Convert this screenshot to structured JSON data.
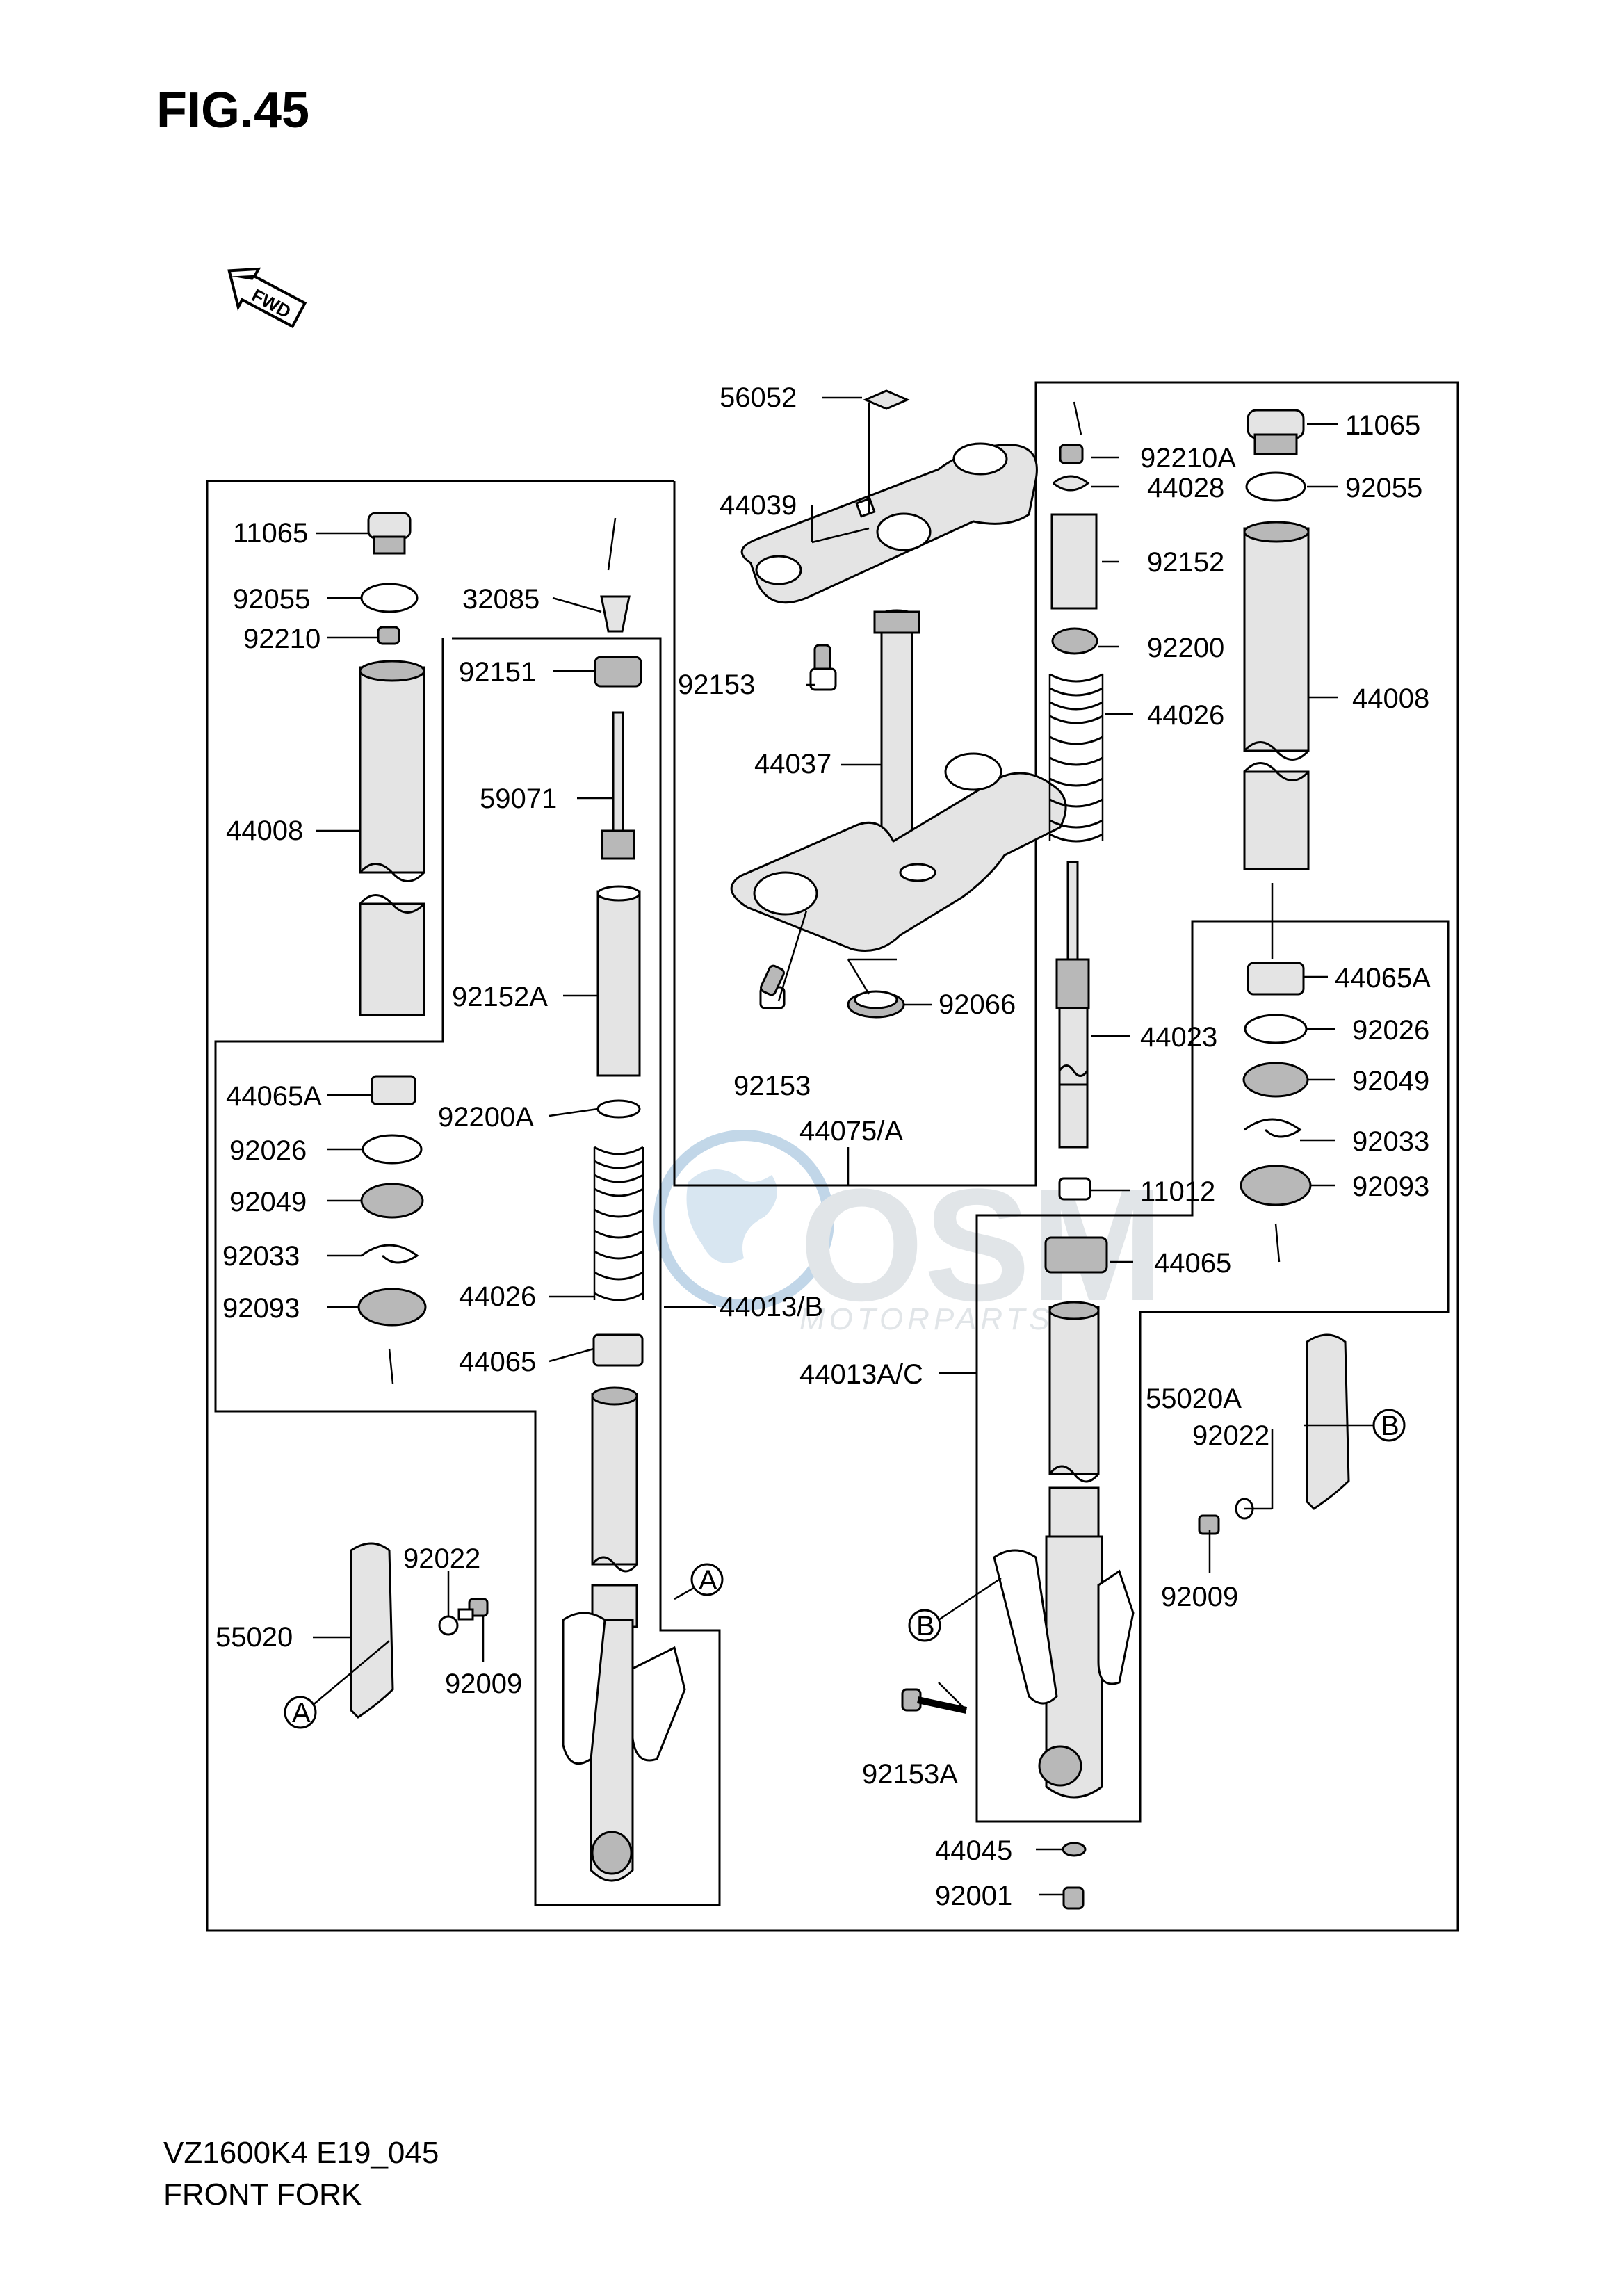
{
  "figure": {
    "title": "FIG.45",
    "model_code": "VZ1600K4 E19_045",
    "section_name": "FRONT FORK"
  },
  "fwd_badge": "FWD",
  "watermark": {
    "brand": "OSM",
    "sub": "MOTORPARTS",
    "icon": "globe-icon"
  },
  "callouts": {
    "a_left": "A",
    "a_mid": "A",
    "b_mid": "B",
    "b_right": "B"
  },
  "parts": {
    "p56052": "56052",
    "p44039": "44039",
    "p92153_top": "92153",
    "p44037": "44037",
    "p92153_bot": "92153",
    "p92066": "92066",
    "p44075a": "44075/A",
    "l11065": "11065",
    "l92055": "92055",
    "l92210": "92210",
    "l44008": "44008",
    "l44065a": "44065A",
    "l92026": "92026",
    "l92049": "92049",
    "l92033": "92033",
    "l92093": "92093",
    "l32085": "32085",
    "l92151": "92151",
    "l59071": "59071",
    "l92152a": "92152A",
    "l92200a": "92200A",
    "l44026": "44026",
    "l44065": "44065",
    "l44013b": "44013/B",
    "l55020": "55020",
    "l92022": "92022",
    "l92009": "92009",
    "r92210a": "92210A",
    "r44028": "44028",
    "r92152": "92152",
    "r92200": "92200",
    "r44026": "44026",
    "r44023": "44023",
    "r11012": "11012",
    "r44065": "44065",
    "r44013ac": "44013A/C",
    "r92153a": "92153A",
    "r44045": "44045",
    "r92001": "92001",
    "r11065": "11065",
    "r92055": "92055",
    "r44008": "44008",
    "r44065a": "44065A",
    "r92026": "92026",
    "r92049": "92049",
    "r92033": "92033",
    "r92093": "92093",
    "r55020a": "55020A",
    "r92022": "92022",
    "r92009": "92009"
  }
}
